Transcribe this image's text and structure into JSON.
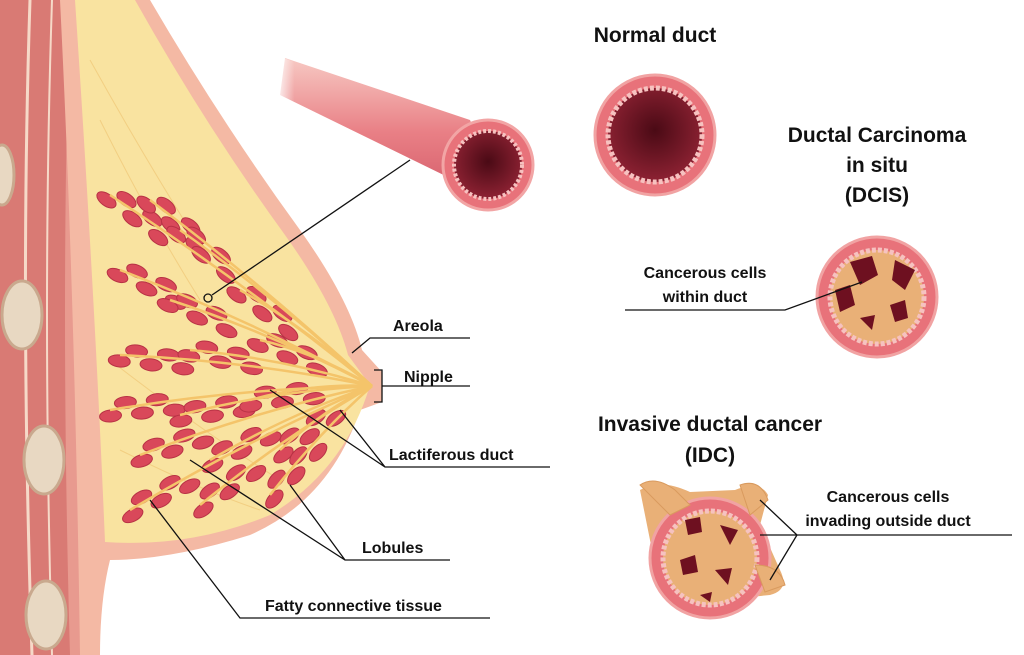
{
  "labels": {
    "areola": "Areola",
    "nipple": "Nipple",
    "lactiferous_duct": "Lactiferous duct",
    "lobules": "Lobules",
    "fatty_tissue": "Fatty connective tissue",
    "dcis_cells_1": "Cancerous cells",
    "dcis_cells_2": "within duct",
    "idc_cells_1": "Cancerous cells",
    "idc_cells_2": "invading outside duct"
  },
  "headings": {
    "normal": "Normal duct",
    "dcis_1": "Ductal Carcinoma",
    "dcis_2": "in situ",
    "dcis_3": "(DCIS)",
    "idc_1": "Invasive ductal cancer",
    "idc_2": "(IDC)"
  },
  "colors": {
    "skin": "#f4b9a4",
    "fat": "#f9e3a0",
    "lobule": "#d9485a",
    "duct_wall": "#e8727a",
    "lumen": "#7a1526",
    "cancer": "#e9b077"
  }
}
